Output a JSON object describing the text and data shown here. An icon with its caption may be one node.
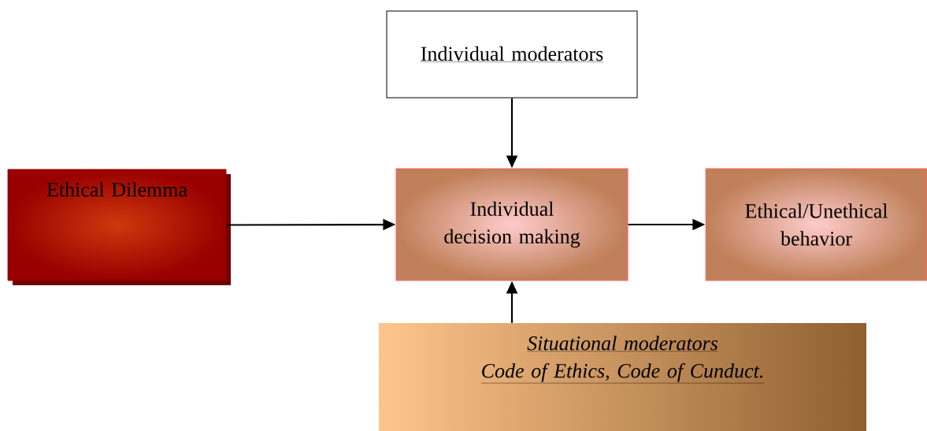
{
  "diagram": {
    "nodes": [
      {
        "text": [
          "Individual moderators"
        ]
      },
      {
        "text": [
          "Ethical Dilemma"
        ]
      },
      {
        "text": [
          "Individual decision making"
        ]
      },
      {
        "text": [
          "Ethical/Unethical behavior"
        ]
      },
      {
        "text": [
          "Situational moderators",
          "Code of Ethics, Code of Cunduct."
        ]
      }
    ],
    "edges": [
      {
        "from": 0,
        "to": 2,
        "arrow": "to"
      },
      {
        "from": 1,
        "to": 2,
        "arrow": "to"
      },
      {
        "from": 2,
        "to": 3,
        "arrow": "to"
      },
      {
        "from": 4,
        "to": 2,
        "arrow": "to"
      }
    ]
  }
}
